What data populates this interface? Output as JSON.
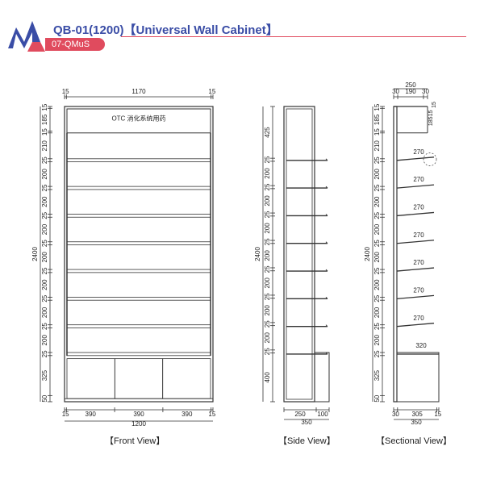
{
  "header": {
    "title": "QB-01(1200)【Universal Wall Cabinet】",
    "code": "07-QMuS",
    "logo_colors": {
      "blue": "#3a4da6",
      "red": "#e04b5e"
    }
  },
  "front": {
    "caption": "【Front View】",
    "sign_text": "OTC 消化系统用药",
    "top_dims": [
      "15",
      "1170",
      "15"
    ],
    "left_dims": [
      "15",
      "185",
      "15",
      "210",
      "25",
      "200",
      "25",
      "200",
      "25",
      "200",
      "25",
      "200",
      "25",
      "200",
      "25",
      "200",
      "25",
      "200",
      "25",
      "325",
      "50"
    ],
    "overall_height": "2400",
    "bottom_dims": [
      "15",
      "390",
      "390",
      "390",
      "15"
    ],
    "overall_width": "1200"
  },
  "side": {
    "caption": "【Side View】",
    "left_dims": [
      "425",
      "25",
      "200",
      "25",
      "200",
      "25",
      "200",
      "25",
      "200",
      "25",
      "200",
      "25",
      "200",
      "25",
      "200",
      "25",
      "400"
    ],
    "overall_height": "2400",
    "bottom_dims": [
      "250",
      "100"
    ],
    "overall_width": "350"
  },
  "section": {
    "caption": "【Sectional View】",
    "top_overall": "250",
    "top_dims": [
      "30",
      "190",
      "30"
    ],
    "top_small": [
      "15"
    ],
    "left_dims": [
      "15",
      "185",
      "15",
      "210",
      "25",
      "200",
      "25",
      "200",
      "25",
      "200",
      "25",
      "200",
      "25",
      "200",
      "25",
      "200",
      "25",
      "200",
      "25",
      "325",
      "50"
    ],
    "overall_height": "2400",
    "inner_label": "185",
    "inner_label_small": "15",
    "shelf_depths": [
      "270",
      "270",
      "270",
      "270",
      "270",
      "270",
      "270",
      "320"
    ],
    "bottom_dims": [
      "30",
      "305",
      "15"
    ],
    "overall_width": "350"
  }
}
